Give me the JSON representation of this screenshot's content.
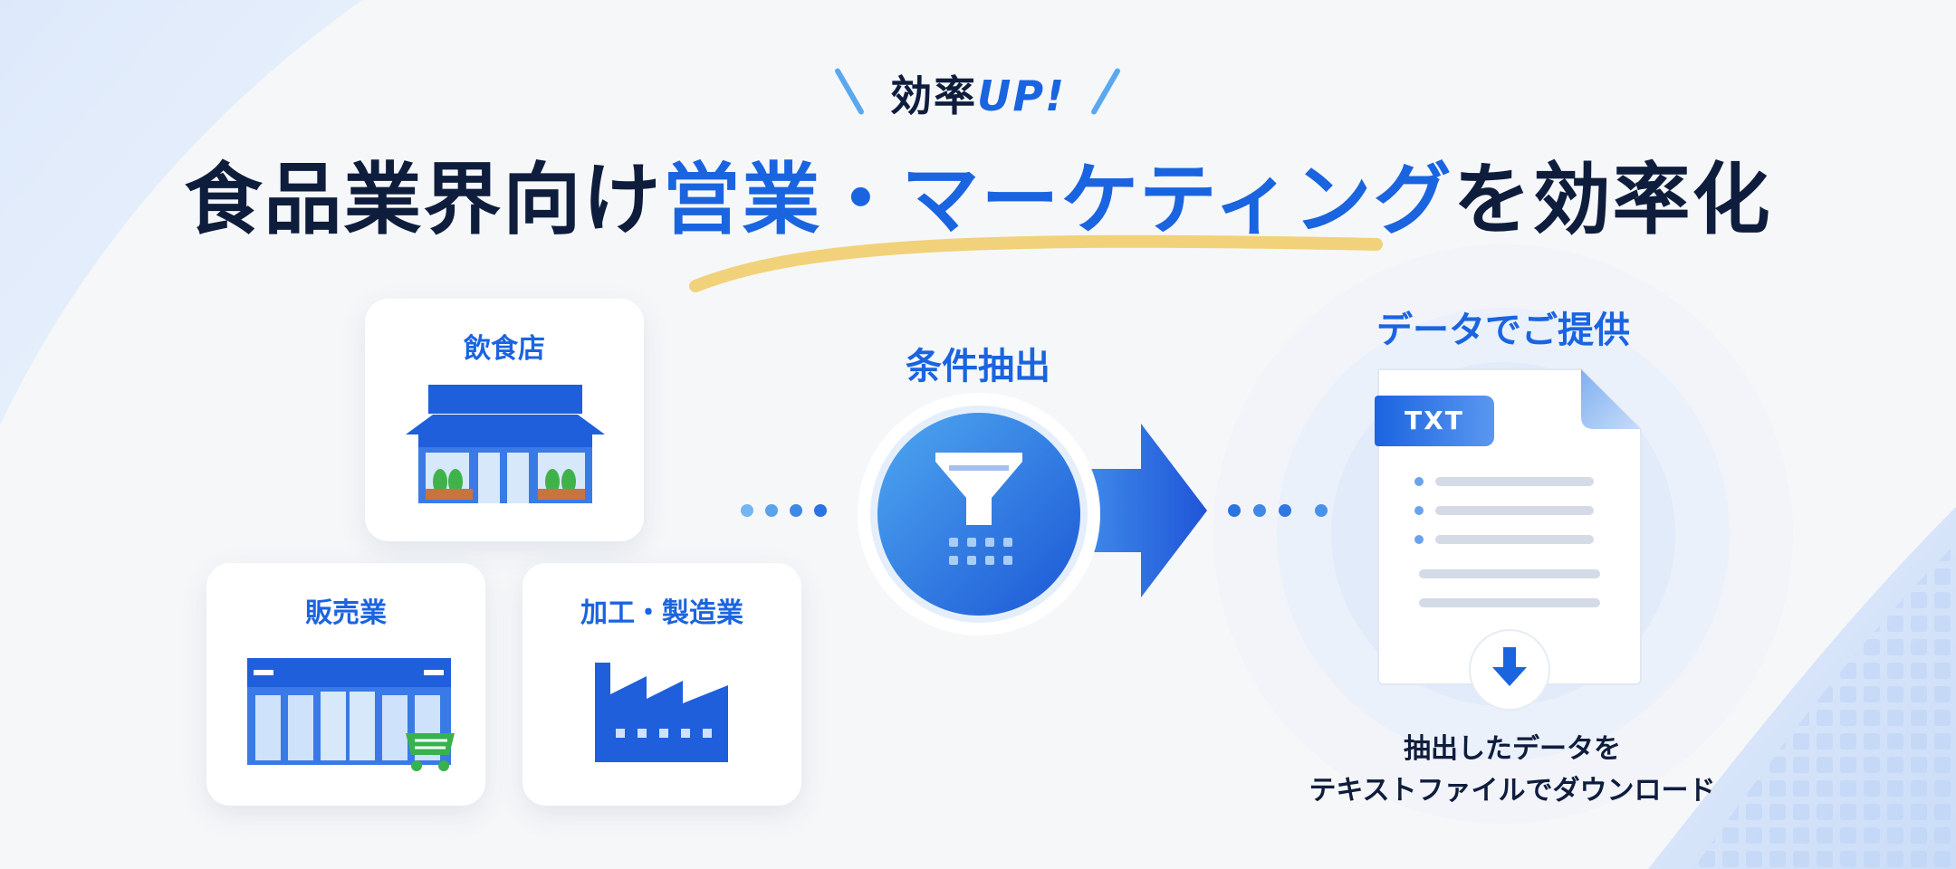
{
  "tagline": {
    "prefix": "効率",
    "accent": "UP!"
  },
  "headline": {
    "part1": "食品業界向け",
    "highlight": "営業・マーケティング",
    "part2": "を効率化"
  },
  "sources": [
    {
      "label": "飲食店",
      "icon": "restaurant-icon"
    },
    {
      "label": "販売業",
      "icon": "store-icon"
    },
    {
      "label": "加工・製造業",
      "icon": "factory-icon"
    }
  ],
  "filter_step": {
    "label": "条件抽出",
    "icon": "funnel-icon"
  },
  "output": {
    "label": "データでご提供",
    "file_type": "TXT",
    "icon": "document-download-icon",
    "caption_line1": "抽出したデータを",
    "caption_line2": "テキストファイルでダウンロード"
  },
  "colors": {
    "accent": "#1a64e0",
    "navy": "#0f1d3d",
    "highlight_stroke": "#f1d27a"
  }
}
